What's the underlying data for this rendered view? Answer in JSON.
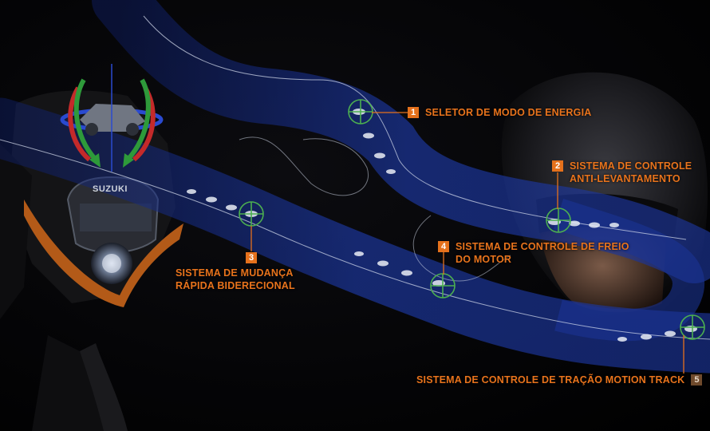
{
  "brand": {
    "logo_text": "SUZUKI"
  },
  "colors": {
    "accent_orange": "#e5711c",
    "track_blue": "#1d3aa8",
    "marker_green": "#4caf50"
  },
  "features": [
    {
      "number": "1",
      "lines": [
        "SELETOR DE MODO DE ENERGIA"
      ]
    },
    {
      "number": "2",
      "lines": [
        "SISTEMA DE CONTROLE",
        "ANTI-LEVANTAMENTO"
      ]
    },
    {
      "number": "3",
      "lines": [
        "SISTEMA DE MUDANÇA",
        "RÁPIDA BIDERECIONAL"
      ]
    },
    {
      "number": "4",
      "lines": [
        "SISTEMA DE CONTROLE DE FREIO",
        "DO MOTOR"
      ]
    },
    {
      "number": "5",
      "lines": [
        "SISTEMA DE CONTROLE DE TRAÇÃO MOTION TRACK"
      ]
    }
  ]
}
